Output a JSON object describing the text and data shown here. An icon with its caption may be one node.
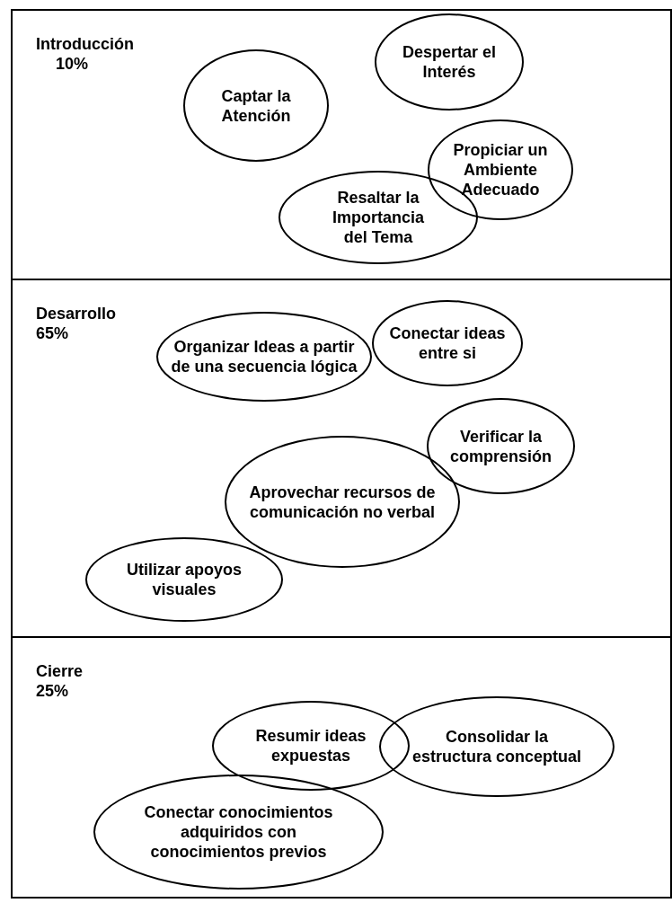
{
  "diagram": {
    "nodes": [
      {
        "text": [
          "Introducción",
          "10%"
        ]
      },
      {
        "text": [
          "Captar la Atención"
        ],
        "in": 0
      },
      {
        "text": [
          "Despertar el Interés"
        ],
        "in": 0
      },
      {
        "text": [
          "Propiciar un Ambiente Adecuado"
        ],
        "in": 0
      },
      {
        "text": [
          "Resaltar la Importancia del Tema"
        ],
        "in": 0
      },
      {
        "text": [
          "Desarrollo",
          "65%"
        ]
      },
      {
        "text": [
          "Organizar Ideas a partir de una secuencia lógica"
        ],
        "in": 5
      },
      {
        "text": [
          "Conectar ideas entre si"
        ],
        "in": 5
      },
      {
        "text": [
          "Verificar la comprensión"
        ],
        "in": 5
      },
      {
        "text": [
          "Aprovechar recursos de comunicación no verbal"
        ],
        "in": 5
      },
      {
        "text": [
          "Utilizar apoyos visuales"
        ],
        "in": 5
      },
      {
        "text": [
          "Cierre",
          "25%"
        ]
      },
      {
        "text": [
          "Resumir ideas expuestas"
        ],
        "in": 11
      },
      {
        "text": [
          "Consolidar la estructura conceptual"
        ],
        "in": 11
      },
      {
        "text": [
          "Conectar conocimientos adquiridos con conocimientos previos"
        ],
        "in": 11
      }
    ]
  }
}
